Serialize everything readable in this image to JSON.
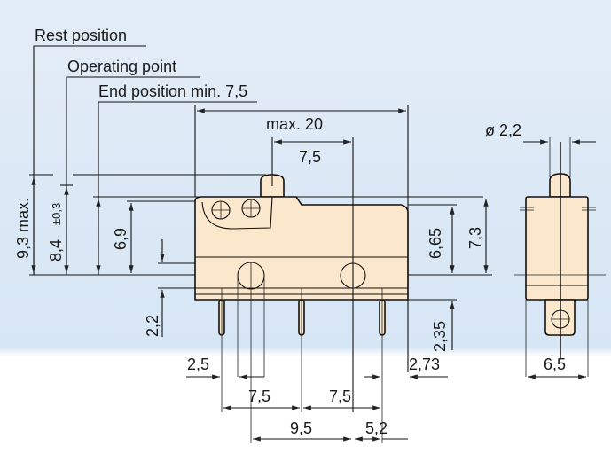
{
  "labels": {
    "rest_position": "Rest position",
    "operating_point": "Operating point",
    "end_position": "End position min. 7,5"
  },
  "dimensions": {
    "max_length": "max. 20",
    "actuator_offset": "7,5",
    "diameter": "ø 2,2",
    "rest_height": "9,3 max.",
    "operating_height": "8,4",
    "operating_tolerance": "±0,3",
    "body_height_left": "6,9",
    "hole_spacing_vertical": "2,2",
    "body_height_right": "6,65",
    "overall_height_right": "7,3",
    "pin_offset_bottom": "2,35",
    "right_offset": "2,73",
    "pin_to_hole": "2,5",
    "pin_pitch_1": "7,5",
    "pin_pitch_2": "7,5",
    "hole_pitch": "9,5",
    "hole_to_pin": "5,2",
    "side_width": "6,5"
  },
  "colors": {
    "body": "#fbe8cc",
    "background": "#dbe8f5"
  }
}
